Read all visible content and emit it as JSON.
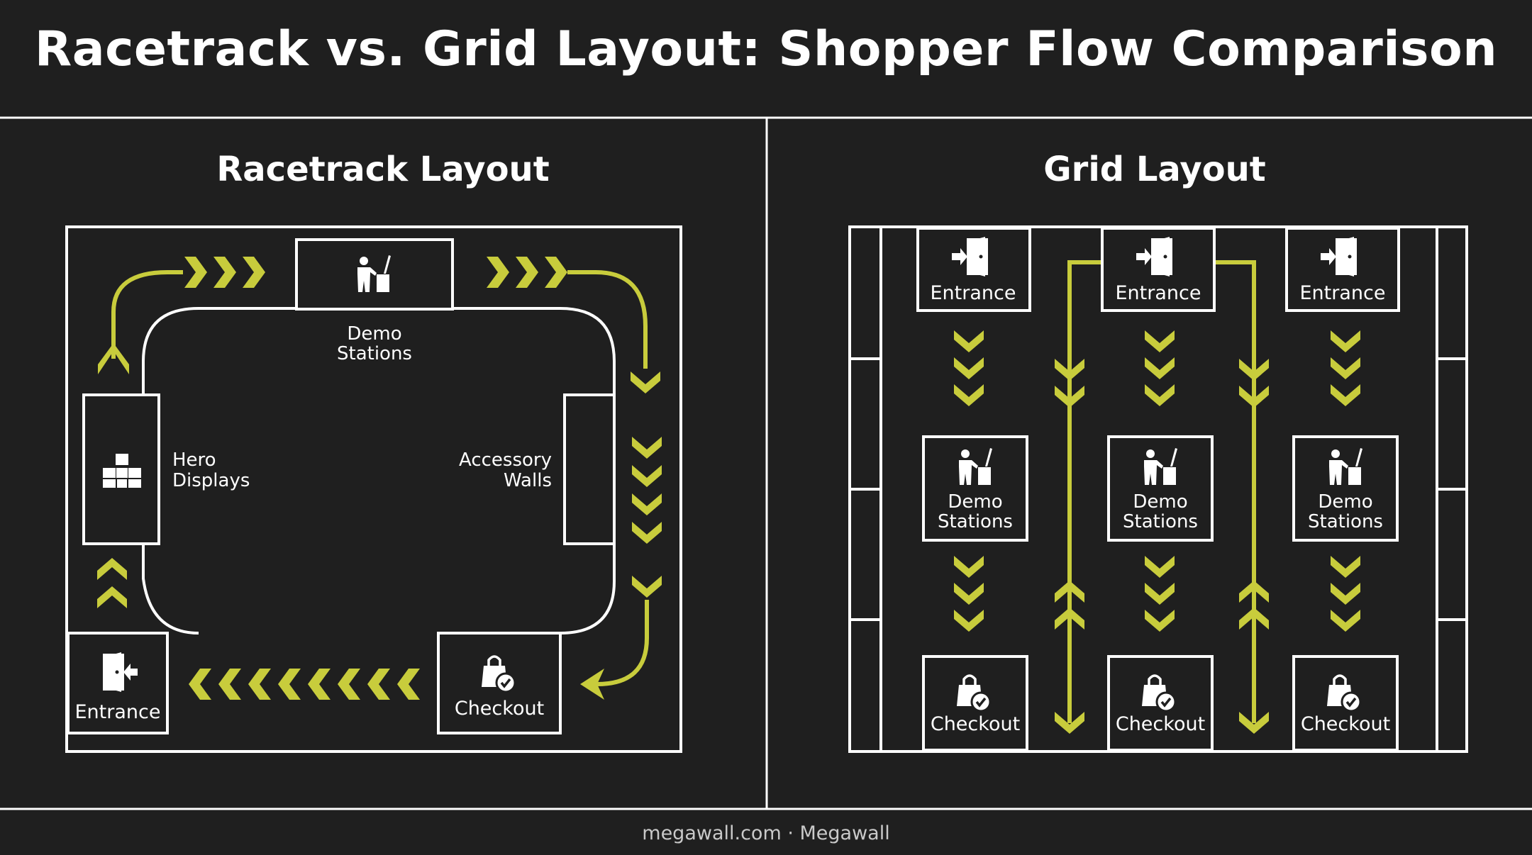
{
  "title": "Racetrack vs. Grid Layout: Shopper Flow Comparison",
  "footer": "megawall.com · Megawall",
  "colors": {
    "background": "#1f1f1f",
    "lines": "#ffffff",
    "flow_arrows": "#c8cc3c"
  },
  "racetrack": {
    "title": "Racetrack Layout",
    "demo": {
      "line1": "Demo",
      "line2": "Stations",
      "icon": "demo-station-icon"
    },
    "hero": {
      "line1": "Hero",
      "line2": "Displays",
      "icon": "hero-display-boxes-icon"
    },
    "accessory": {
      "line1": "Accessory",
      "line2": "Walls"
    },
    "entrance": {
      "label": "Entrance",
      "icon": "entrance-door-icon"
    },
    "checkout": {
      "label": "Checkout",
      "icon": "shopping-bag-check-icon"
    }
  },
  "grid": {
    "title": "Grid Layout",
    "columns": [
      {
        "entrance": "Entrance",
        "demo_line1": "Demo",
        "demo_line2": "Stations",
        "checkout": "Checkout"
      },
      {
        "entrance": "Entrance",
        "demo_line1": "Demo",
        "demo_line2": "Stations",
        "checkout": "Checkout"
      },
      {
        "entrance": "Entrance",
        "demo_line1": "Demo",
        "demo_line2": "Stations",
        "checkout": "Checkout"
      }
    ]
  }
}
